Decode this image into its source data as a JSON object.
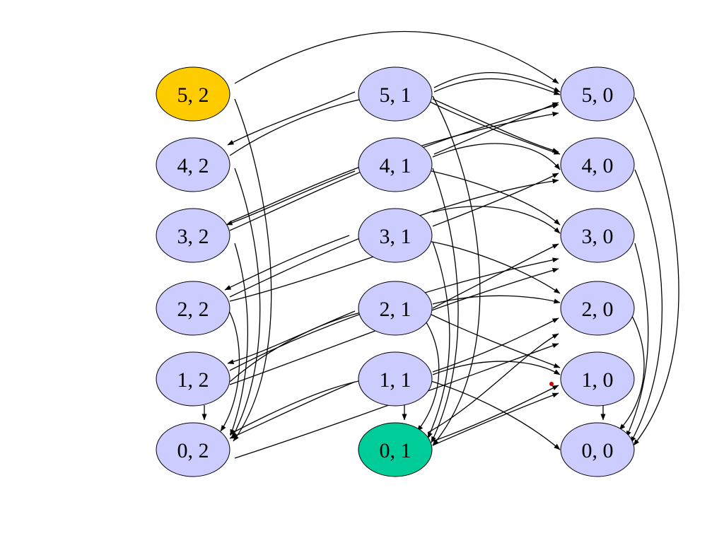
{
  "colors": {
    "node_default": "#ccccff",
    "node_start": "#ffcc00",
    "node_goal": "#00cc99",
    "edge": "#000000",
    "marker": "#cc0000"
  },
  "nodes": [
    {
      "id": "n52",
      "label": "5, 2",
      "kind": "start"
    },
    {
      "id": "n42",
      "label": "4, 2",
      "kind": "default"
    },
    {
      "id": "n32",
      "label": "3, 2",
      "kind": "default"
    },
    {
      "id": "n22",
      "label": "2, 2",
      "kind": "default"
    },
    {
      "id": "n12",
      "label": "1, 2",
      "kind": "default"
    },
    {
      "id": "n02",
      "label": "0, 2",
      "kind": "default"
    },
    {
      "id": "n51",
      "label": "5, 1",
      "kind": "default"
    },
    {
      "id": "n41",
      "label": "4, 1",
      "kind": "default"
    },
    {
      "id": "n31",
      "label": "3, 1",
      "kind": "default"
    },
    {
      "id": "n21",
      "label": "2, 1",
      "kind": "default"
    },
    {
      "id": "n11",
      "label": "1, 1",
      "kind": "default"
    },
    {
      "id": "n01",
      "label": "0, 1",
      "kind": "goal"
    },
    {
      "id": "n50",
      "label": "5, 0",
      "kind": "default"
    },
    {
      "id": "n40",
      "label": "4, 0",
      "kind": "default"
    },
    {
      "id": "n30",
      "label": "3, 0",
      "kind": "default"
    },
    {
      "id": "n20",
      "label": "2, 0",
      "kind": "default"
    },
    {
      "id": "n10",
      "label": "1, 0",
      "kind": "default"
    },
    {
      "id": "n00",
      "label": "0, 0",
      "kind": "default"
    }
  ]
}
